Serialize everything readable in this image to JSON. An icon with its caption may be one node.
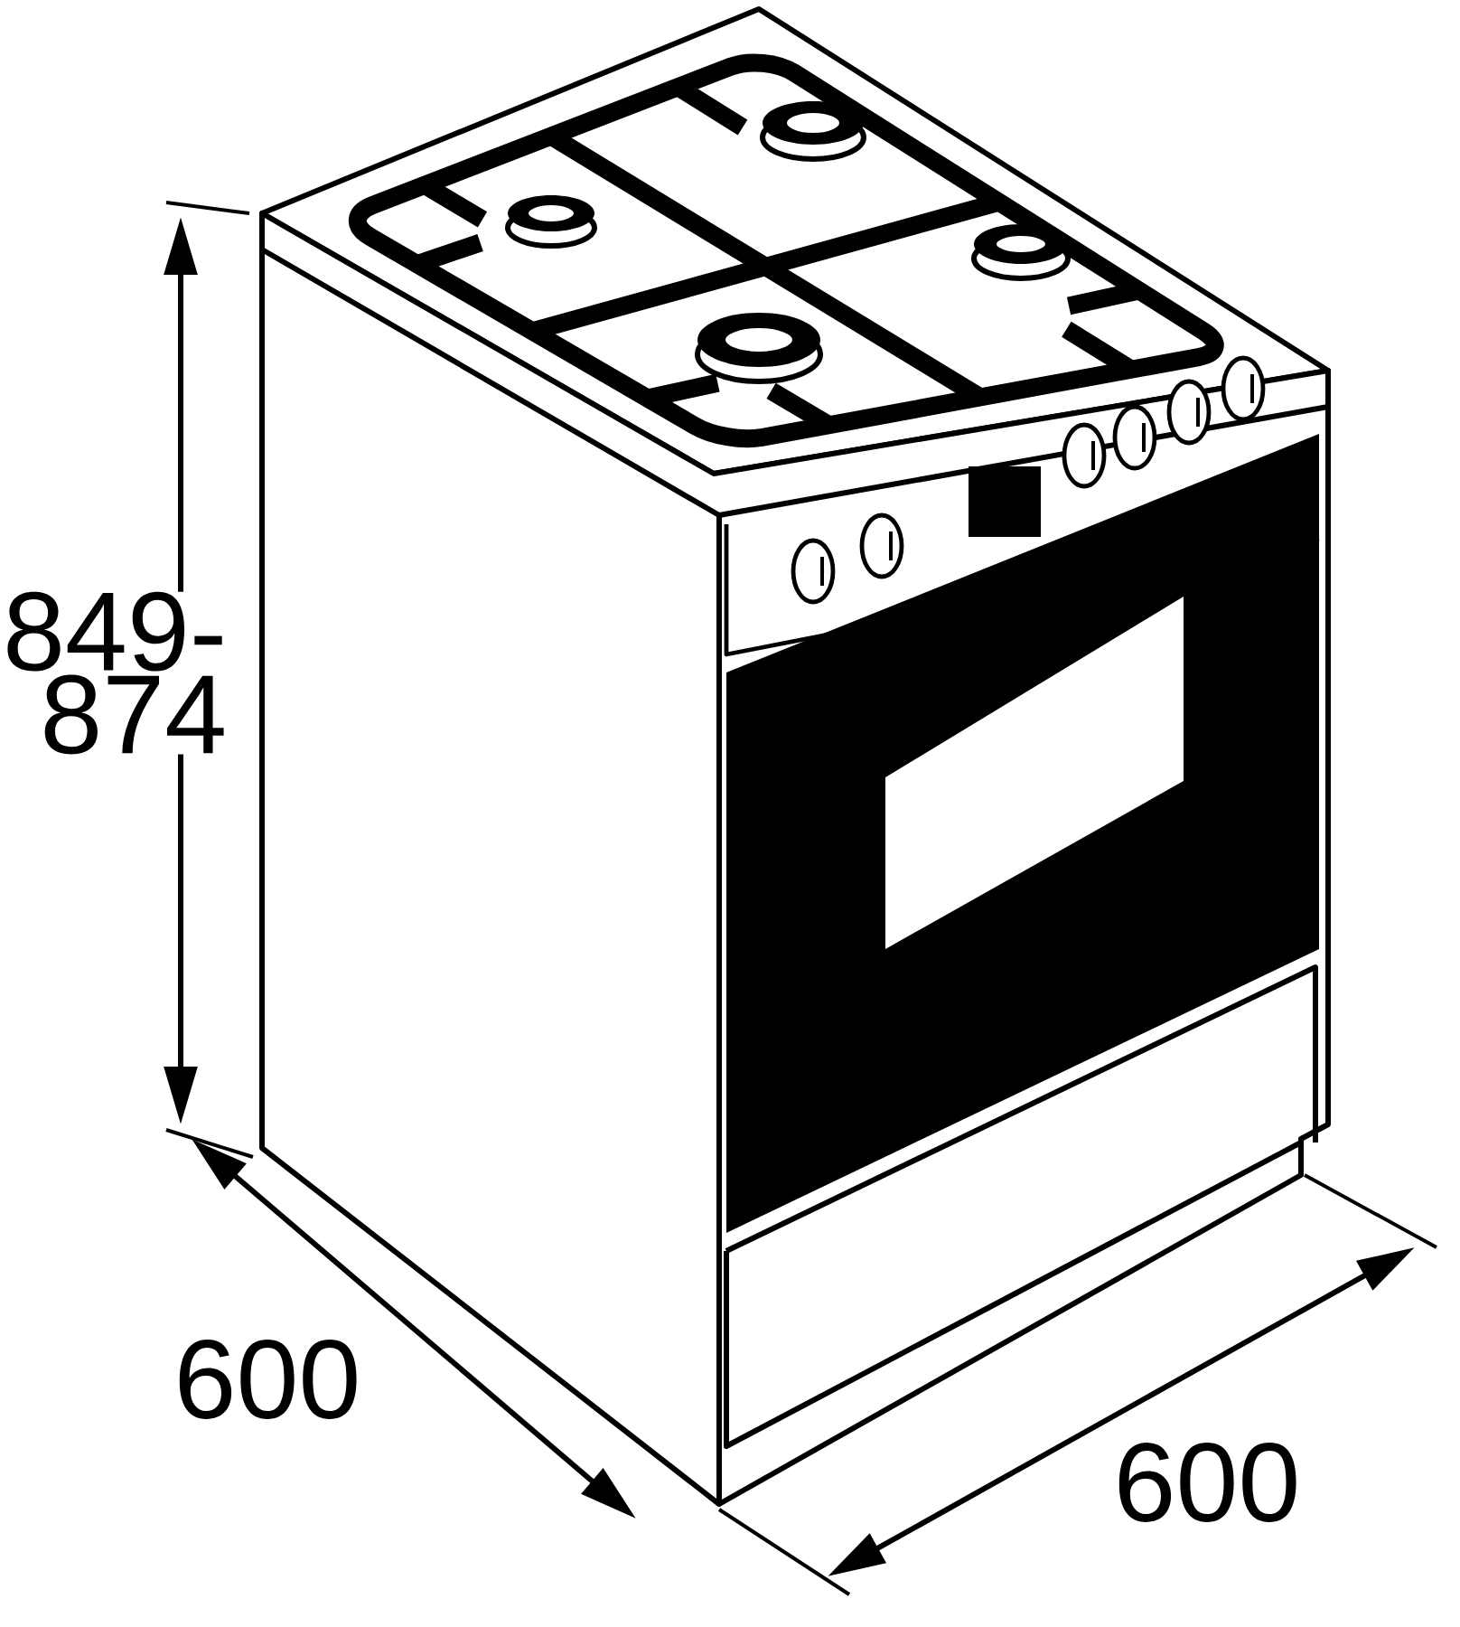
{
  "diagram": {
    "labels": [
      "849- 874",
      "600",
      "600"
    ]
  }
}
